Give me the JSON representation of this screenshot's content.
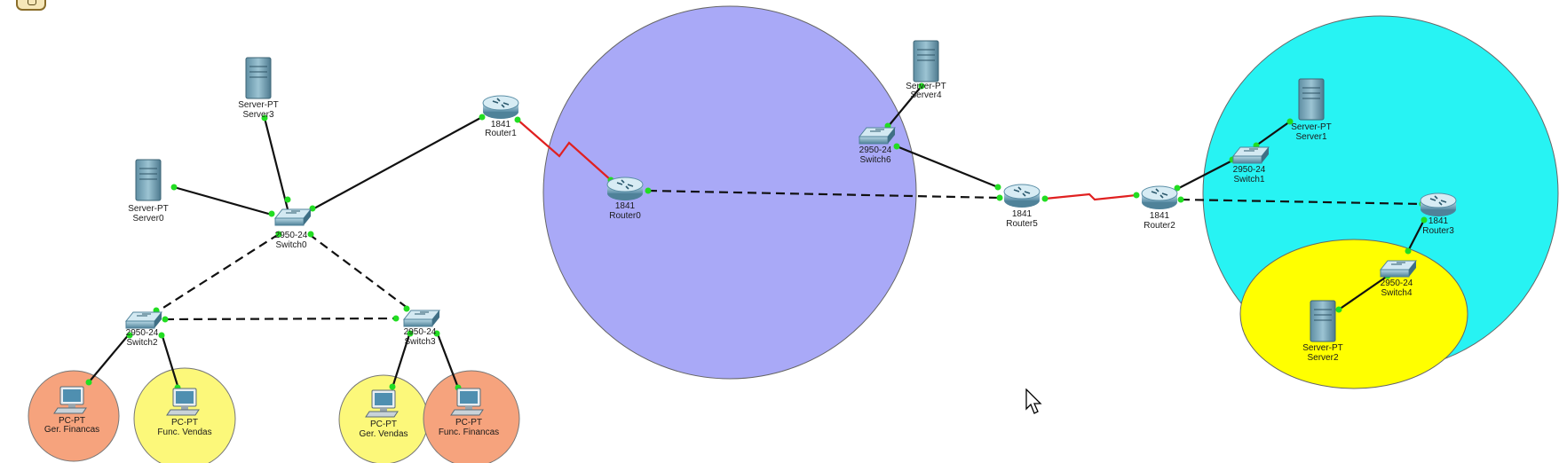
{
  "colors": {
    "lan_circle": "#a9a9f7",
    "wan_circle": "#27f3f3",
    "inner_circle": "#ffff00",
    "pc_orange": "#f6a37d",
    "pc_yellow": "#fcf87a",
    "serial_link": "#e02020",
    "ethernet_link": "#111111",
    "port_dot": "#22dd22"
  },
  "devices": {
    "server3": {
      "model": "Server-PT",
      "name": "Server3"
    },
    "server0": {
      "model": "Server-PT",
      "name": "Server0"
    },
    "switch0": {
      "model": "2950-24",
      "name": "Switch0"
    },
    "switch2": {
      "model": "2950-24",
      "name": "Switch2"
    },
    "switch3": {
      "model": "2950-24",
      "name": "Switch3"
    },
    "router1": {
      "model": "1841",
      "name": "Router1"
    },
    "router0": {
      "model": "1841",
      "name": "Router0"
    },
    "server4": {
      "model": "Server-PT",
      "name": "Server4"
    },
    "switch6": {
      "model": "2950-24",
      "name": "Switch6"
    },
    "router5": {
      "model": "1841",
      "name": "Router5"
    },
    "router2": {
      "model": "1841",
      "name": "Router2"
    },
    "server1": {
      "model": "Server-PT",
      "name": "Server1"
    },
    "switch1": {
      "model": "2950-24",
      "name": "Switch1"
    },
    "router3": {
      "model": "1841",
      "name": "Router3"
    },
    "switch4": {
      "model": "2950-24",
      "name": "Switch4"
    },
    "server2": {
      "model": "Server-PT",
      "name": "Server2"
    },
    "pc_ger_financas": {
      "model": "PC-PT",
      "name": "Ger. Financas"
    },
    "pc_func_vendas": {
      "model": "PC-PT",
      "name": "Func. Vendas"
    },
    "pc_ger_vendas": {
      "model": "PC-PT",
      "name": "Ger. Vendas"
    },
    "pc_func_financas": {
      "model": "PC-PT",
      "name": "Func. Financas"
    }
  },
  "links": [
    {
      "from": "Server3",
      "to": "Switch0",
      "type": "straight"
    },
    {
      "from": "Server0",
      "to": "Switch0",
      "type": "straight"
    },
    {
      "from": "Switch0",
      "to": "Router1",
      "type": "straight"
    },
    {
      "from": "Switch0",
      "to": "Switch2",
      "type": "crossover"
    },
    {
      "from": "Switch0",
      "to": "Switch3",
      "type": "crossover"
    },
    {
      "from": "Switch2",
      "to": "Switch3",
      "type": "crossover"
    },
    {
      "from": "Switch2",
      "to": "Ger. Financas",
      "type": "straight"
    },
    {
      "from": "Switch2",
      "to": "Func. Vendas",
      "type": "straight"
    },
    {
      "from": "Switch3",
      "to": "Ger. Vendas",
      "type": "straight"
    },
    {
      "from": "Switch3",
      "to": "Func. Financas",
      "type": "straight"
    },
    {
      "from": "Router1",
      "to": "Router0",
      "type": "serial"
    },
    {
      "from": "Router0",
      "to": "Router5",
      "type": "crossover"
    },
    {
      "from": "Server4",
      "to": "Switch6",
      "type": "straight"
    },
    {
      "from": "Switch6",
      "to": "Router5",
      "type": "straight"
    },
    {
      "from": "Router5",
      "to": "Router2",
      "type": "serial"
    },
    {
      "from": "Router2",
      "to": "Switch1",
      "type": "straight"
    },
    {
      "from": "Switch1",
      "to": "Server1",
      "type": "straight"
    },
    {
      "from": "Router2",
      "to": "Router3",
      "type": "crossover"
    },
    {
      "from": "Router3",
      "to": "Switch4",
      "type": "straight"
    },
    {
      "from": "Switch4",
      "to": "Server2",
      "type": "straight"
    }
  ]
}
